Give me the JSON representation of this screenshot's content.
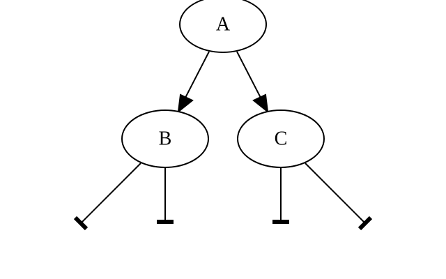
{
  "diagram": {
    "nodes": [
      {
        "id": "A",
        "label": "A"
      },
      {
        "id": "B",
        "label": "B"
      },
      {
        "id": "C",
        "label": "C"
      }
    ],
    "edges": [
      {
        "from": "A",
        "to": "B",
        "arrowhead": "normal"
      },
      {
        "from": "A",
        "to": "C",
        "arrowhead": "normal"
      },
      {
        "from": "B",
        "to": null,
        "arrowhead": "tee"
      },
      {
        "from": "B",
        "to": null,
        "arrowhead": "tee"
      },
      {
        "from": "C",
        "to": null,
        "arrowhead": "tee"
      },
      {
        "from": "C",
        "to": null,
        "arrowhead": "tee"
      }
    ],
    "colors": {
      "stroke": "#000000",
      "fill": "#ffffff",
      "background": "#ffffff"
    }
  }
}
